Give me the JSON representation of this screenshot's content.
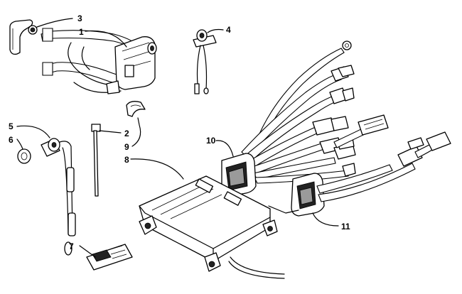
{
  "callouts": [
    {
      "id": "1",
      "part": "spark-plug-wire-and-coil"
    },
    {
      "id": "2",
      "part": "cable-tie"
    },
    {
      "id": "3",
      "part": "spark-plug-cap"
    },
    {
      "id": "4",
      "part": "sensor-with-lead"
    },
    {
      "id": "5",
      "part": "temperature-sensor"
    },
    {
      "id": "6",
      "part": "washer"
    },
    {
      "id": "7",
      "part": "warning-label"
    },
    {
      "id": "8",
      "part": "cdi-box"
    },
    {
      "id": "9",
      "part": "clip"
    },
    {
      "id": "10",
      "part": "harness-connector-left"
    },
    {
      "id": "11",
      "part": "harness-connector-right"
    }
  ]
}
